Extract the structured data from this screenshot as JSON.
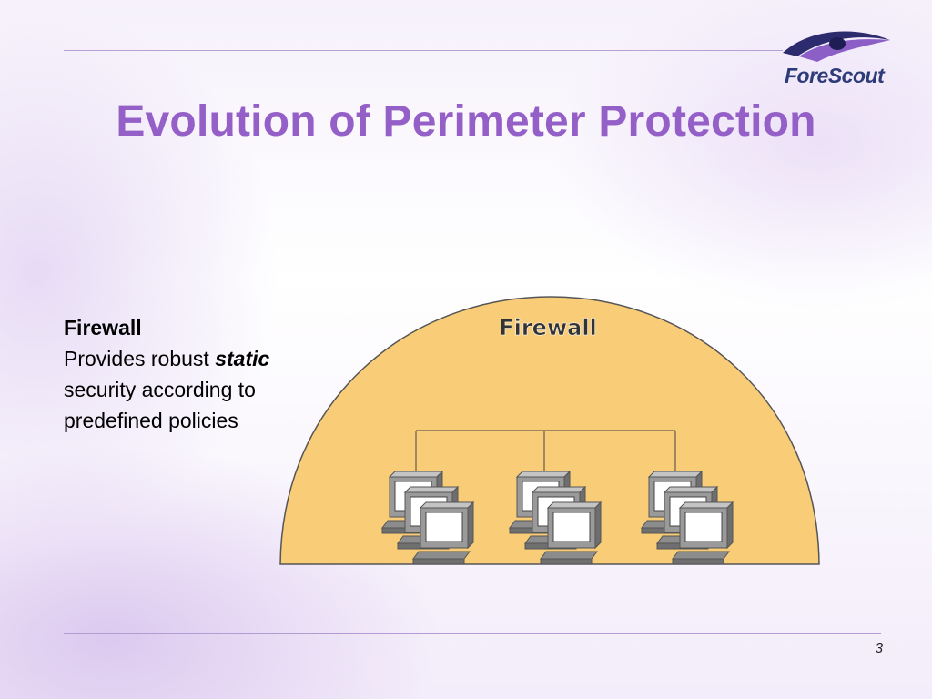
{
  "slide": {
    "title": "Evolution of Perimeter Protection",
    "page_number": "3"
  },
  "logo": {
    "name_part1": "Fore",
    "name_part2": "Scout",
    "icon": "eye-icon"
  },
  "body": {
    "heading": "Firewall",
    "line1_prefix": "Provides robust ",
    "line1_emphasis": "static",
    "line2": "security according to",
    "line3": "predefined policies"
  },
  "diagram": {
    "dome_label": "Firewall",
    "dome_color": "#f9cd78",
    "workstation_groups": 3,
    "icon": "workstation-icon"
  }
}
